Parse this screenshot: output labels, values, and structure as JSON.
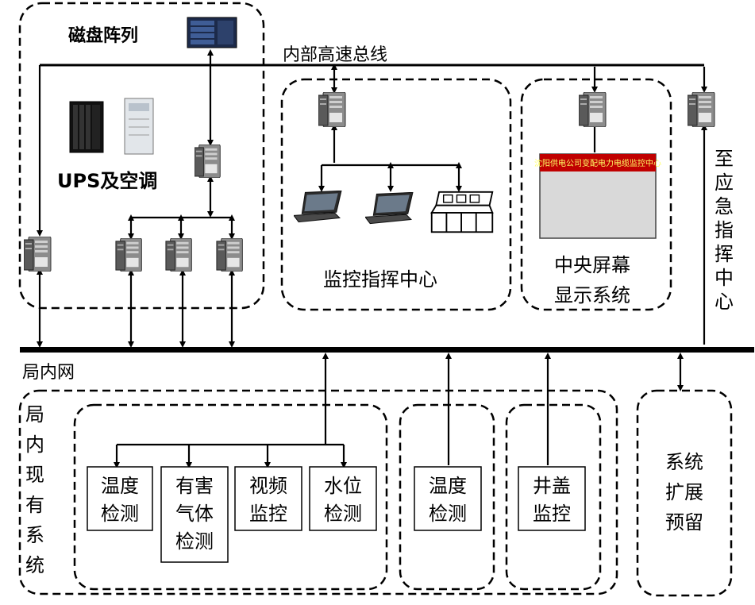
{
  "labels": {
    "disk_array": "磁盘阵列",
    "internal_bus": "内部高速总线",
    "ups_ac": "UPS及空调",
    "monitor_center": "监控指挥中心",
    "central_screen_l1": "中央屏幕",
    "central_screen_l2": "显示系统",
    "screen_banner": "沈阳供电公司变配电力电缆监控中心",
    "emergency": [
      "至",
      "应",
      "急",
      "指",
      "挥",
      "中",
      "心"
    ],
    "lan": "局内网",
    "existing_system": [
      "局",
      "内",
      "现",
      "有",
      "系",
      "统"
    ],
    "temp_detect_l1": "温度",
    "temp_detect_l2": "检测",
    "gas_l1": "有害",
    "gas_l2": "气体",
    "gas_l3": "检测",
    "video_l1": "视频",
    "video_l2": "监控",
    "water_l1": "水位",
    "water_l2": "检测",
    "temp2_l1": "温度",
    "temp2_l2": "检测",
    "well_l1": "井盖",
    "well_l2": "监控",
    "ext_l1": "系统",
    "ext_l2": "扩展",
    "ext_l3": "预留"
  },
  "colors": {
    "line": "#000000",
    "server": "#7f7f7f",
    "screen_bg": "#d9d9d9",
    "banner": "#c00000",
    "banner_text": "#ffff66"
  },
  "icons": [
    "server-icon",
    "disk-array-icon",
    "ups-icon",
    "air-conditioner-icon",
    "laptop-icon",
    "console-icon",
    "screen-icon"
  ]
}
